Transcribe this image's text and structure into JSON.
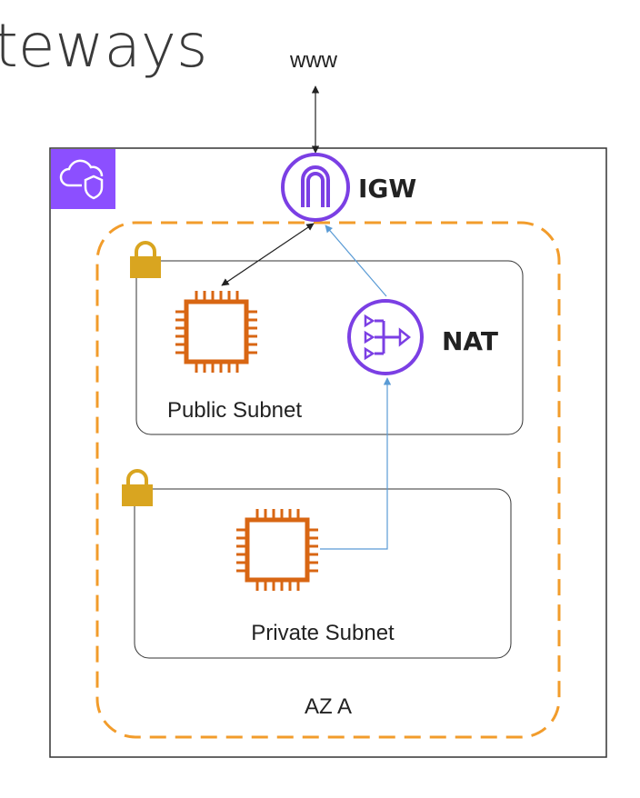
{
  "page": {
    "title": "teways"
  },
  "internet": {
    "label": "www"
  },
  "igw": {
    "label": "IGW",
    "icon": "internet-gateway-icon"
  },
  "nat": {
    "label": "NAT",
    "icon": "nat-gateway-icon"
  },
  "public_subnet": {
    "label": "Public Subnet",
    "icon": "lock-icon"
  },
  "private_subnet": {
    "label": "Private Subnet",
    "icon": "lock-icon"
  },
  "az": {
    "label": "AZ A"
  },
  "vpc": {
    "icon": "vpc-cloud-shield-icon"
  },
  "instances": [
    {
      "icon": "ec2-chip-icon",
      "subnet": "public"
    },
    {
      "icon": "ec2-chip-icon",
      "subnet": "private"
    }
  ],
  "colors": {
    "az_border": "#F29C2B",
    "purple": "#7B3FE4",
    "vpc_badge": "#8C4FFF",
    "ec2_orange": "#D86613",
    "lock_gold": "#D9A520",
    "nat_arrow": "#5A9BD5",
    "dark_line": "#333333"
  }
}
